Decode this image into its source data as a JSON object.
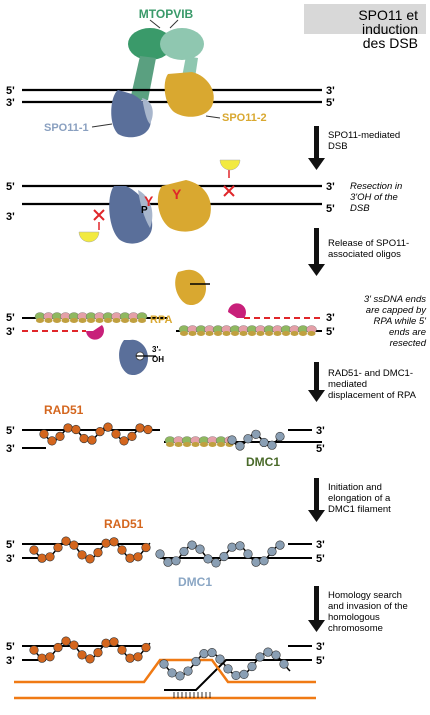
{
  "title": {
    "line1": "SPO11 et induction",
    "line2": "des DSB"
  },
  "labels": {
    "mtopvib": "MTOPVIB",
    "spo11_1": "SPO11-1",
    "spo11_2": "SPO11-2",
    "rpa": "RPA",
    "rad51": "RAD51",
    "dmc1": "DMC1",
    "oh": "3'-\nOH",
    "p": "P",
    "five_prime": "5'",
    "three_prime": "3'"
  },
  "steps": [
    "SPO11-mediated\nDSB",
    "Release of SPO11-\nassociated oligos",
    "RAD51- and DMC1-\nmediated\ndisplacement of RPA",
    "Initiation and\nelongation of a\nDMC1 filament",
    "Homology search\nand invasion of the\nhomologous\nchromosome"
  ],
  "notes": [
    "Resection in\n3'OH of the\nDSB",
    "3' ssDNA ends\nare capped by\nRPA while 5'\nends are\nresected"
  ],
  "colors": {
    "mtopvib": "#3a9a6a",
    "spo11_1": "#5a6f9a",
    "spo11_2": "#d9a830",
    "rad51": "#d4661e",
    "dmc1": "#8a9fb4",
    "arrow": "#111111",
    "resect": "#e0262a",
    "homolog": "#f07a14"
  }
}
